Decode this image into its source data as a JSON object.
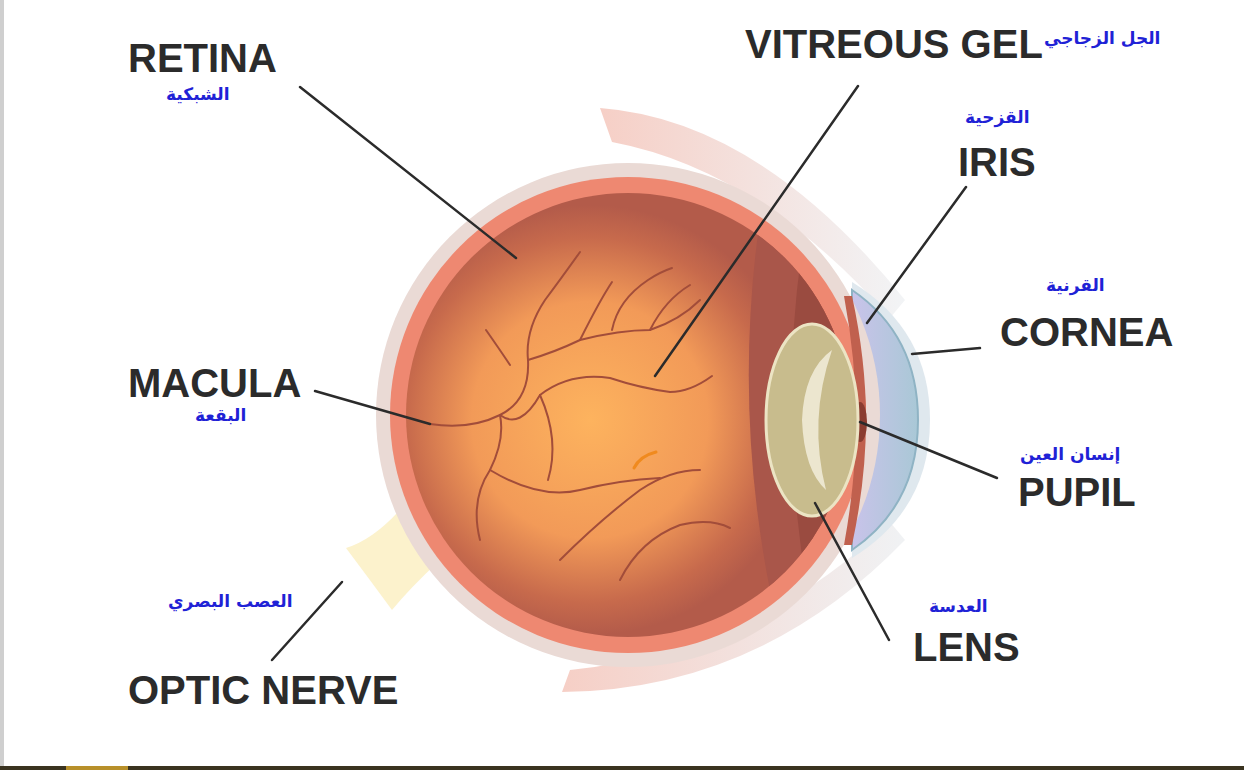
{
  "diagram": {
    "labels": [
      "RETINA",
      "الشبكية",
      "VITREOUS GEL",
      "الجل الزجاجي",
      "القزحية",
      "IRIS",
      "القرنية",
      "CORNEA",
      "MACULA",
      "البقعة",
      "إنسان العين",
      "PUPIL",
      "العصب البصري",
      "OPTIC NERVE",
      "العدسة",
      "LENS"
    ]
  }
}
